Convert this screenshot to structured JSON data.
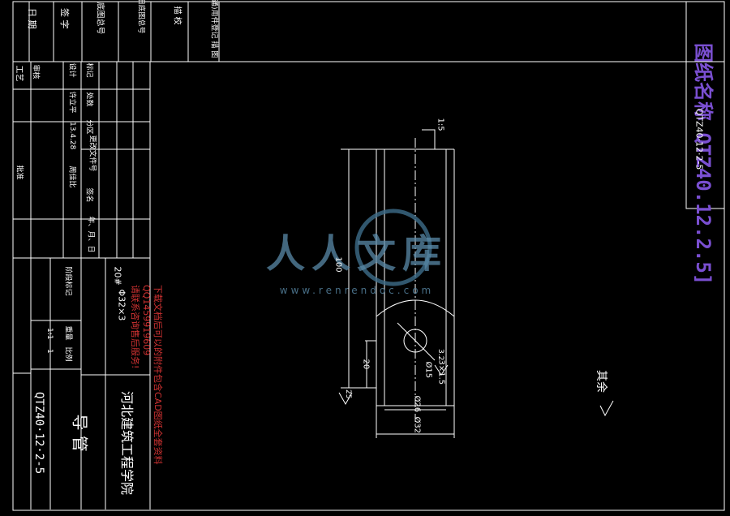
{
  "watermark": {
    "brand": "人人文库",
    "url": "www.renrendoc.com"
  },
  "drawing_number_stamp": "图纸名称 QTZ40.12.2.5]",
  "frame_number": "QTZ40·12·2-5",
  "top_strip": {
    "col1": [
      "日",
      "期"
    ],
    "col2": [
      "签",
      "字"
    ],
    "col3": "底图总号",
    "col4": "旧底图总号",
    "col5": "描 校",
    "col6": "借(通)用件登记 描 图"
  },
  "left_block": {
    "title_labels": [
      "工艺",
      "审核",
      "设计",
      "标记",
      "处数",
      "分区",
      "更改文件号",
      "签名",
      "年、月、日",
      "批准"
    ],
    "row_values": [
      "许立平",
      "13.4.28",
      "周佳比"
    ],
    "marks": [
      "阶段标记",
      "重量",
      "比例"
    ],
    "scale": "1:1",
    "qty": "1"
  },
  "title_block": {
    "school": "河北建筑工程学院",
    "part_name": "导 管",
    "drawing_no": "QTZ40·12·2-5",
    "material": "Φ32×3",
    "standard": "20#"
  },
  "dimensions": {
    "top_chamfer": "1:5",
    "length": "100",
    "dia_inner": "Ø26",
    "dia_outer": "Ø32",
    "hole": "Ø15",
    "height": "20",
    "chamfer": "3×1.5",
    "finish": "3.2",
    "left_finish": "25"
  },
  "rest_note": "其余",
  "red_note": [
    "下载文档后可以的附件包含CAD图纸全套资料",
    "QQ1459919609",
    "请联系咨询售后服务!"
  ]
}
